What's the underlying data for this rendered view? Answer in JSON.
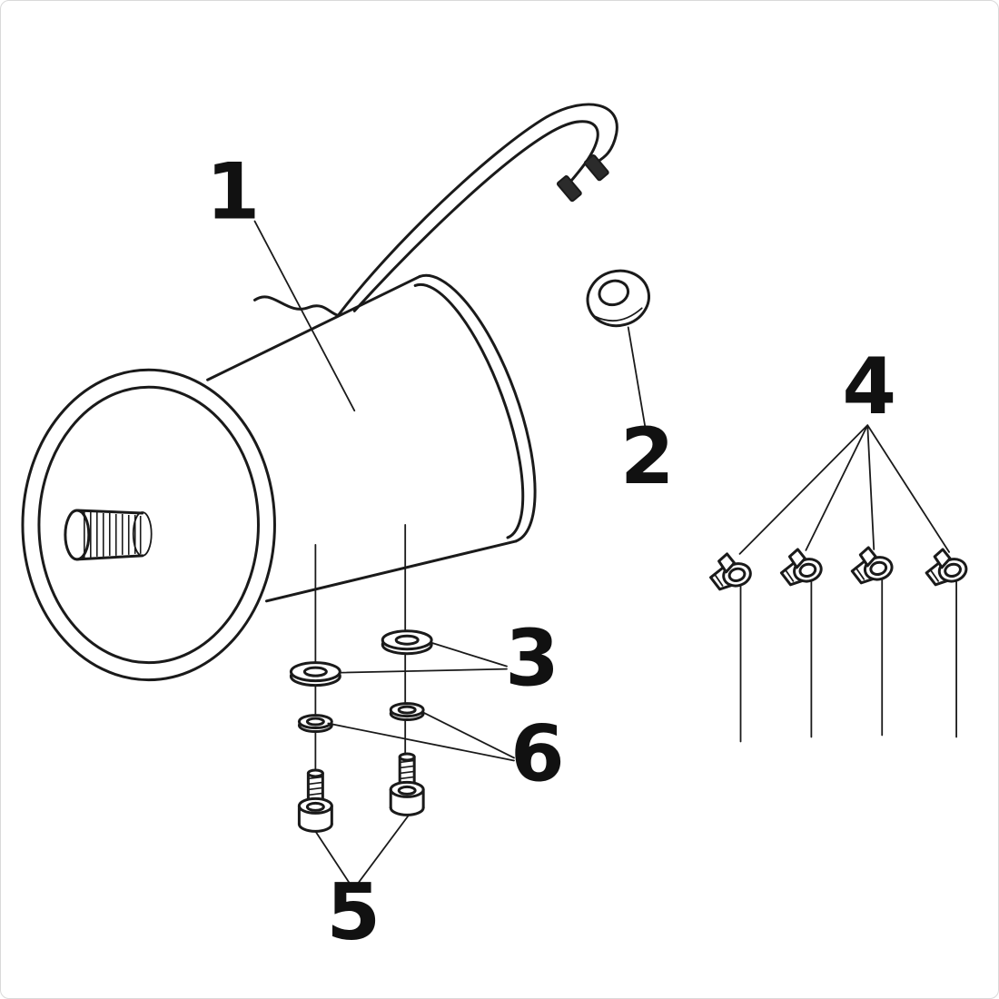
{
  "diagram": {
    "kind": "exploded-parts-diagram",
    "background": "#ffffff",
    "line_color": "#1a1a1a",
    "labels": {
      "part1": "1",
      "part2": "2",
      "part3": "3",
      "part4": "4",
      "part5": "5",
      "part6": "6"
    },
    "parts": [
      {
        "number": "1",
        "icon": "cylinder-body-with-wires-icon",
        "count": 1
      },
      {
        "number": "2",
        "icon": "ring-grommet-icon",
        "count": 1
      },
      {
        "number": "3",
        "icon": "flat-washer-icon",
        "count": 2
      },
      {
        "number": "4",
        "icon": "cable-clip-icon",
        "count": 4
      },
      {
        "number": "5",
        "icon": "socket-head-screw-icon",
        "count": 2
      },
      {
        "number": "6",
        "icon": "lock-washer-icon",
        "count": 2
      }
    ]
  }
}
